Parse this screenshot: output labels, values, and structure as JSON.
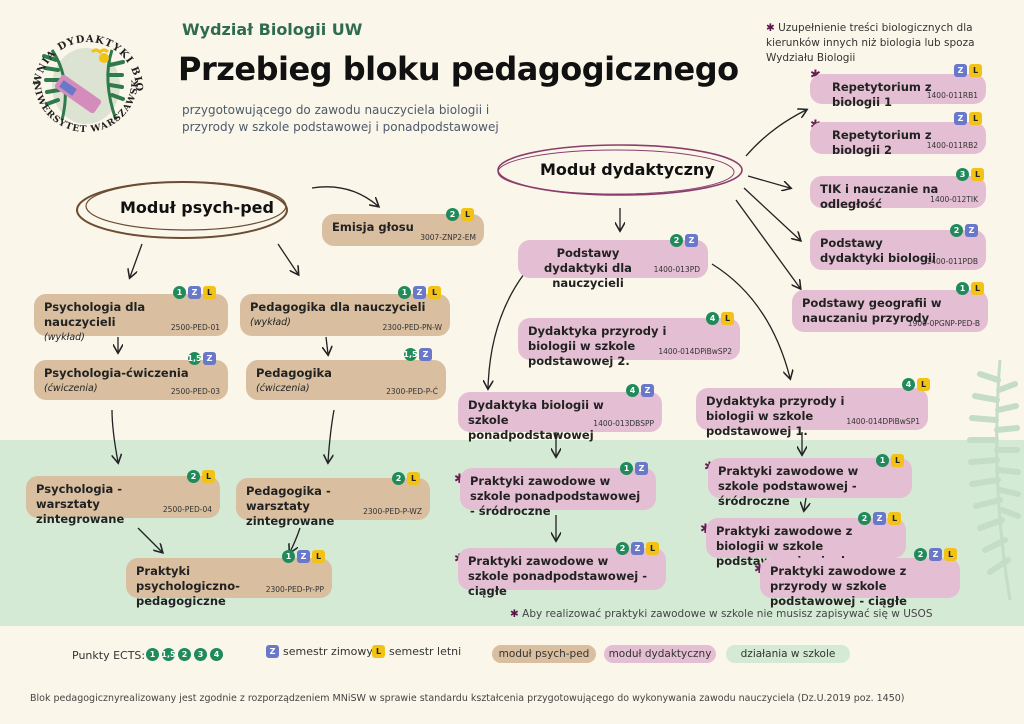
{
  "header": {
    "faculty": "Wydział Biologii UW",
    "title": "Przebieg bloku pedagogicznego",
    "subtitle": "przygotowującego do zawodu nauczyciela biologii i przyrody w szkole podstawowej i ponadpodstawowej",
    "note": "Uzupełnienie treści biologicznych dla kierunków innych niż biologia lub spoza Wydziału Biologii"
  },
  "logo": {
    "top_text": "PRACOWNIA DYDAKTYKI BIOLOGII",
    "bottom_text": "UNIWERSYTET WARSZAWSKI"
  },
  "modules": {
    "psych": "Moduł psych-ped",
    "dyd": "Moduł dydaktyczny"
  },
  "courses": {
    "emisja": {
      "label": "Emisja głosu",
      "code": "3007-ZNP2-EM",
      "ects": "2"
    },
    "psych_naucz": {
      "label": "Psychologia dla nauczycieli",
      "sub": "(wykład)",
      "code": "2500-PED-01",
      "ects": "1"
    },
    "psych_cw": {
      "label": "Psychologia-ćwiczenia",
      "sub": "(ćwiczenia)",
      "code": "2500-PED-03",
      "ects": "1,5"
    },
    "ped_naucz": {
      "label": "Pedagogika dla nauczycieli",
      "sub": "(wykład)",
      "code": "2300-PED-PN-W",
      "ects": "1"
    },
    "ped": {
      "label": "Pedagogika",
      "sub": "(ćwiczenia)",
      "code": "2300-PED-P-Ć",
      "ects": "1,5"
    },
    "psych_wz": {
      "label": "Psychologia - warsztaty zintegrowane",
      "code": "2500-PED-04",
      "ects": "2"
    },
    "ped_wz": {
      "label": "Pedagogika - warsztaty zintegrowane",
      "code": "2300-PED-P-WZ",
      "ects": "2"
    },
    "prakt_pp": {
      "label": "Praktyki psychologiczno-pedagogiczne",
      "code": "2300-PED-Pr-PP",
      "ects": "1"
    },
    "podst_dyd": {
      "label": "Podstawy dydaktyki dla nauczycieli",
      "code": "1400-013PD",
      "ects": "2"
    },
    "dyd_przyr2": {
      "label": "Dydaktyka przyrody i biologii w szkole podstawowej 2.",
      "code": "1400-014DPiBwSP2",
      "ects": "4"
    },
    "dyd_bio_ponad": {
      "label": "Dydaktyka biologii w szkole ponadpodstawowej",
      "code": "1400-013DBSPP",
      "ects": "4"
    },
    "dyd_przyr1": {
      "label": "Dydaktyka przyrody i biologii w szkole podstawowej 1.",
      "code": "1400-014DPiBwSP1",
      "ects": "4"
    },
    "prakt_ponad_sr": {
      "label": "Praktyki zawodowe w szkole ponadpodstawowej - śródroczne",
      "ects": "1"
    },
    "prakt_ponad_ci": {
      "label": "Praktyki zawodowe w szkole ponadpodstawowej - ciągłe",
      "ects": "2"
    },
    "prakt_podst_sr": {
      "label": "Praktyki zawodowe w szkole podstawowej - śródroczne",
      "ects": "1"
    },
    "prakt_bio_ci": {
      "label": "Praktyki zawodowe z biologii w szkole podstawowej - ciągłe",
      "ects": "2"
    },
    "prakt_przyr_ci": {
      "label": "Praktyki zawodowe z przyrody w szkole podstawowej - ciągłe",
      "ects": "2"
    },
    "rep1": {
      "label": "Repetytorium z biologii 1",
      "code": "1400-011RB1"
    },
    "rep2": {
      "label": "Repetytorium z biologii 2",
      "code": "1400-011RB2"
    },
    "tik": {
      "label": "TIK i nauczanie na odległość",
      "code": "1400-012TIK",
      "ects": "3"
    },
    "podst_dyd_bio": {
      "label": "Podstawy dydaktyki biologii",
      "code": "1400-011PDB",
      "ects": "2"
    },
    "podst_geo": {
      "label": "Podstawy geografii w nauczaniu przyrody",
      "code": "1900-0PGNP-PED-B",
      "ects": "1"
    }
  },
  "badge_letters": {
    "z": "Z",
    "l": "L"
  },
  "practice_note": "Aby realizować praktyki zawodowe w szkole nie musisz zapisywać się w USOS",
  "legend": {
    "ects_label": "Punkty ECTS:",
    "ects_values": [
      "1",
      "1,5",
      "2",
      "3",
      "4"
    ],
    "winter": "semestr zimowy",
    "summer": "semestr letni",
    "mod_psych": "moduł psych-ped",
    "mod_dyd": "moduł dydaktyczny",
    "school": "działania w szkole"
  },
  "footer": "Blok pedagogicznyrealizowany jest zgodnie z rozporządzeniem MNiSW  w sprawie standardu kształcenia przygotowującego do wykonywania zawodu nauczyciela (Dz.U.2019 poz. 1450)",
  "colors": {
    "tan": "#d9bfa0",
    "pink": "#e4bfd3",
    "green_band": "#d4ead5",
    "ects": "#1f8a5a",
    "winter": "#6a78c9",
    "summer": "#f2c316",
    "star": "#6a1a55"
  }
}
